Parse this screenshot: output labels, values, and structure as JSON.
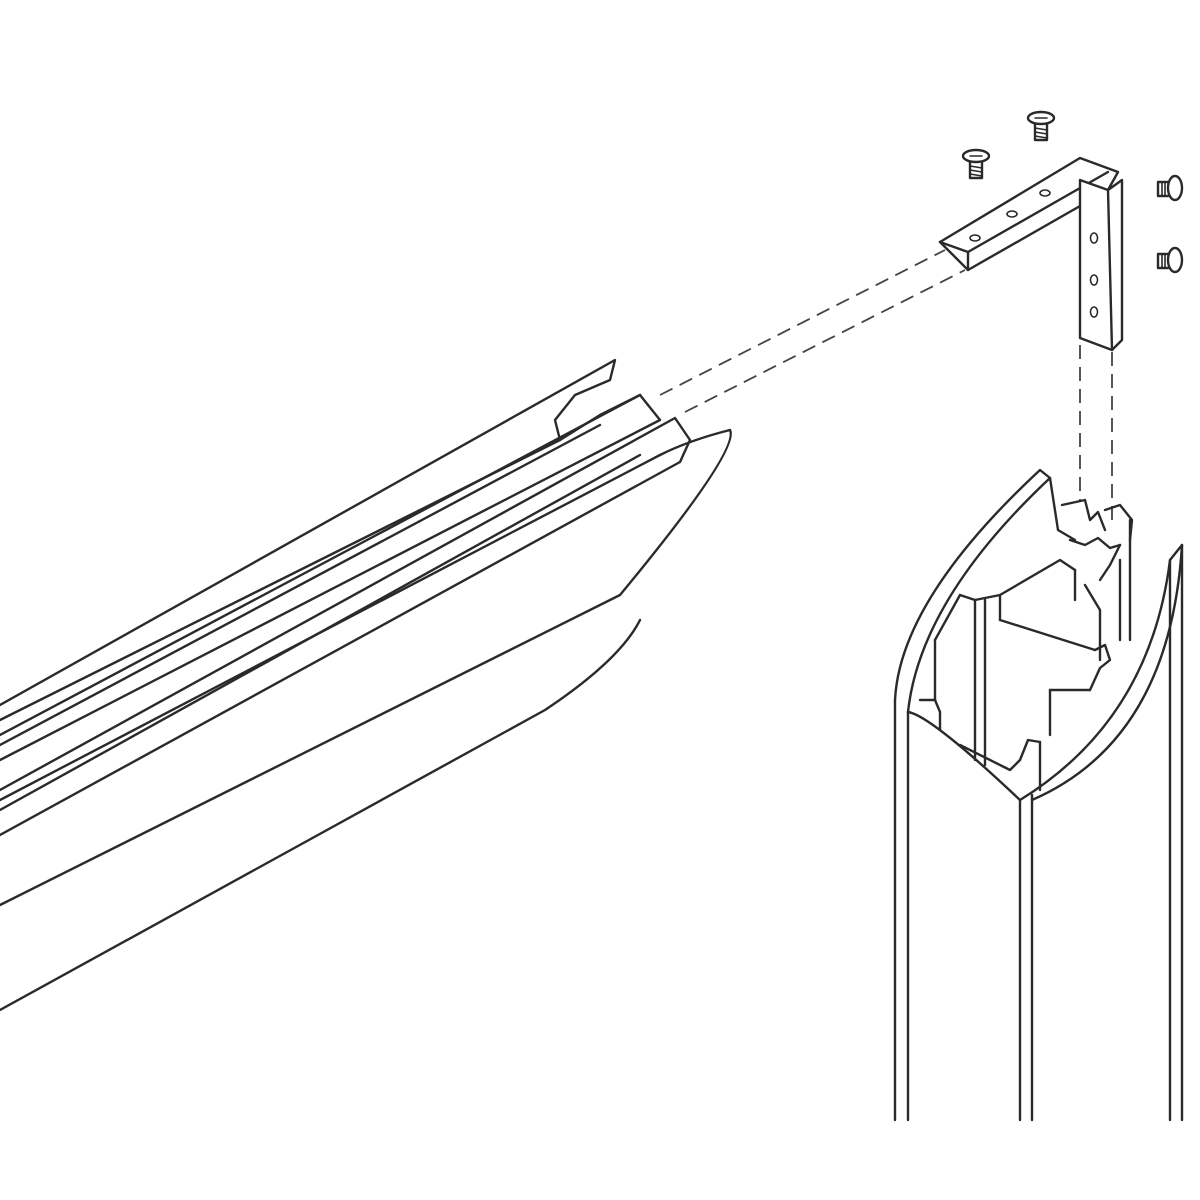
{
  "figure": {
    "parts": [
      {
        "id": "horizontal-rail",
        "icon": "rail-profile"
      },
      {
        "id": "corner-bracket",
        "icon": "l-bracket"
      },
      {
        "id": "vertical-post",
        "icon": "post-profile"
      },
      {
        "id": "screw-1",
        "icon": "countersunk-screw"
      },
      {
        "id": "screw-2",
        "icon": "countersunk-screw"
      },
      {
        "id": "screw-3",
        "icon": "countersunk-screw"
      },
      {
        "id": "screw-4",
        "icon": "countersunk-screw"
      }
    ],
    "colors": {
      "line": "#2a2a2a",
      "background": "#ffffff",
      "dash": "#444444"
    }
  }
}
